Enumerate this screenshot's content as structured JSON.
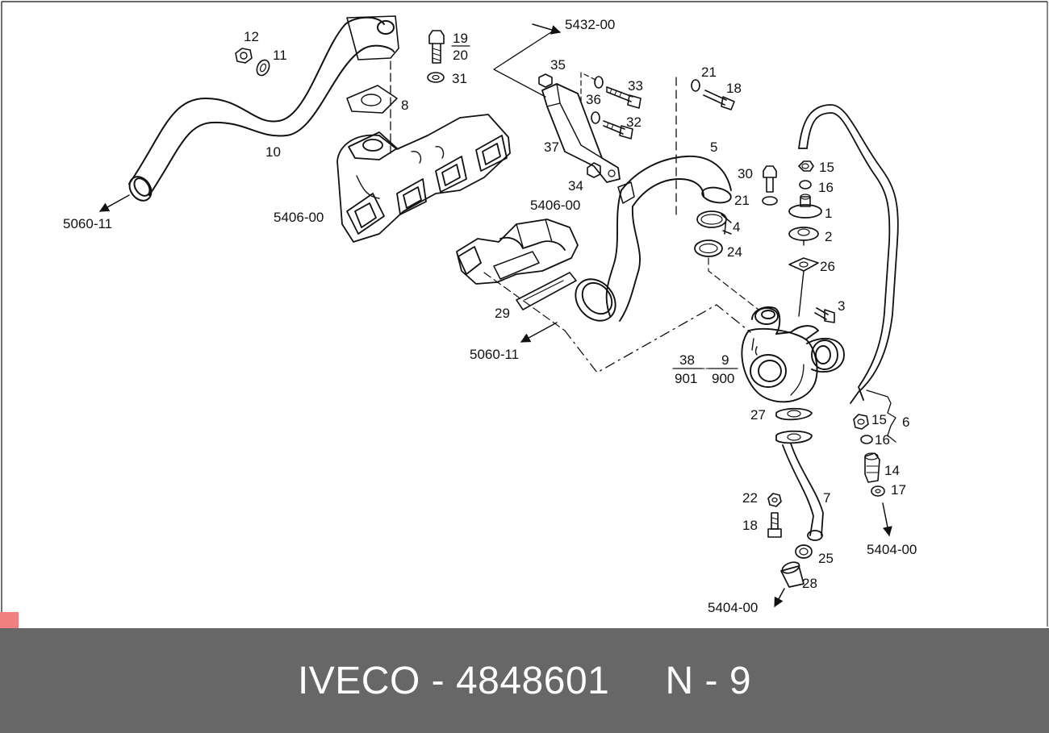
{
  "colors": {
    "footer_bg": "#676767",
    "footer_text": "#ffffff",
    "marker": "#f08080",
    "line": "#111111"
  },
  "footer": {
    "brand": "IVECO",
    "separator": " - ",
    "part_number": "4848601",
    "gap": "     ",
    "ref": "N - 9"
  },
  "callouts": {
    "c12": "12",
    "c11": "11",
    "c19": "19",
    "c20": "20",
    "c31": "31",
    "c8": "8",
    "c10": "10",
    "ref_5432": "5432-00",
    "c35": "35",
    "c36": "36",
    "c33": "33",
    "c32": "32",
    "c37": "37",
    "c34": "34",
    "c21a": "21",
    "c18a": "18",
    "c5": "5",
    "c30": "30",
    "c21b": "21",
    "c4": "4",
    "c24": "24",
    "c15a": "15",
    "c16a": "16",
    "c1": "1",
    "c2": "2",
    "c26": "26",
    "c3": "3",
    "ref_5406a": "5406-00",
    "ref_5406b": "5406-00",
    "c29": "29",
    "ref_5060a": "5060-11",
    "ref_5060b": "5060-11",
    "c38": "38",
    "c901": "901",
    "c9": "9",
    "c900": "900",
    "c27": "27",
    "c15b": "15",
    "c6": "6",
    "c16b": "16",
    "c14": "14",
    "c17": "17",
    "c22": "22",
    "c18b": "18",
    "c7": "7",
    "c25": "25",
    "c28": "28",
    "ref_5404a": "5404-00",
    "ref_5404b": "5404-00"
  }
}
